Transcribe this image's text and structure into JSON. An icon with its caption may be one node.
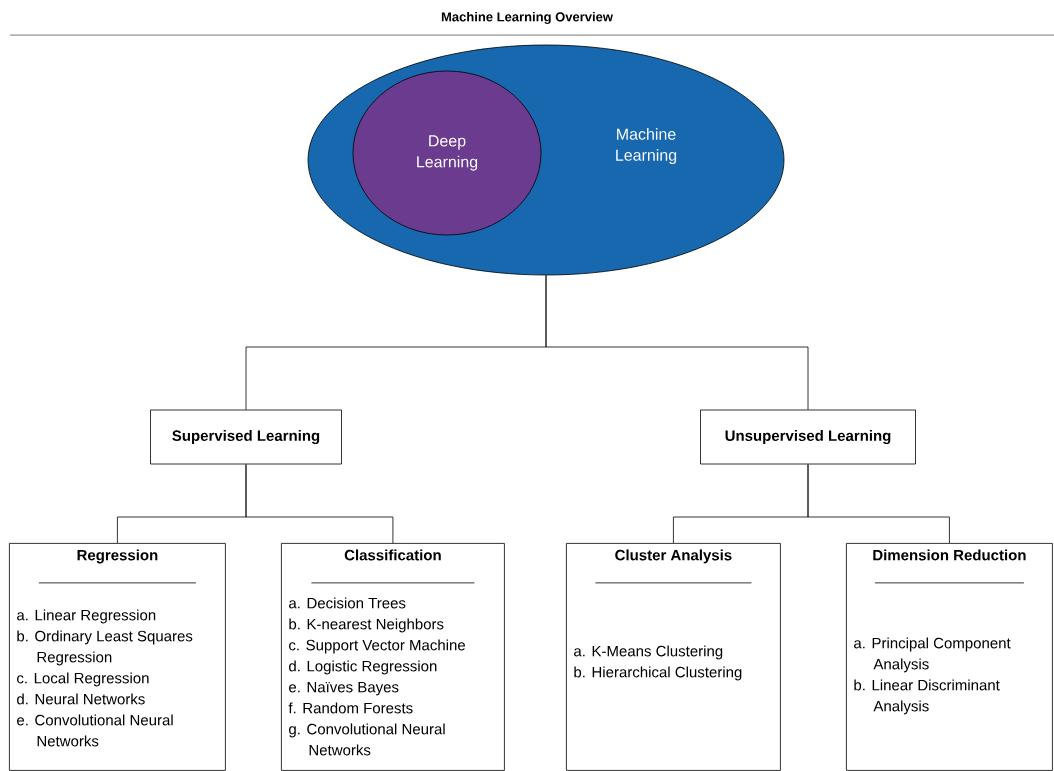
{
  "diagram": {
    "title": "Machine Learning Overview",
    "nodes": [
      {
        "text": [
          "Machine Learning"
        ]
      },
      {
        "text": [
          "Deep Learning"
        ],
        "in": 0
      },
      {
        "text": [
          "Supervised Learning"
        ]
      },
      {
        "text": [
          "Unsupervised Learning"
        ]
      },
      {
        "text": [
          "Regression",
          "a. Linear Regression",
          "b. Ordinary Least Squares Regression",
          "c. Local Regression",
          "d. Neural Networks",
          "e. Convolutional Neural Networks"
        ]
      },
      {
        "text": [
          "Classification",
          "a. Decision Trees",
          "b. K-nearest Neighbors",
          "c. Support Vector Machine",
          "d. Logistic Regression",
          "e. Naïves Bayes",
          "f. Random Forests",
          "g. Convolutional Neural Networks"
        ]
      },
      {
        "text": [
          "Cluster Analysis",
          "a. K-Means Clustering",
          "b. Hierarchical Clustering"
        ]
      },
      {
        "text": [
          "Dimension Reduction",
          "a. Principal Component Analysis",
          "b. Linear Discriminant Analysis"
        ]
      }
    ],
    "edges": [
      {
        "from": 0,
        "to": 2,
        "arrow": "none"
      },
      {
        "from": 0,
        "to": 3,
        "arrow": "none"
      },
      {
        "from": 2,
        "to": 4,
        "arrow": "none"
      },
      {
        "from": 2,
        "to": 5,
        "arrow": "none"
      },
      {
        "from": 3,
        "to": 6,
        "arrow": "none"
      },
      {
        "from": 3,
        "to": 7,
        "arrow": "none"
      }
    ]
  }
}
